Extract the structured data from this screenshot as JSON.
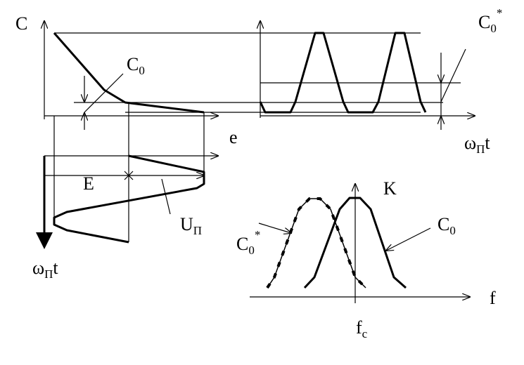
{
  "labels": {
    "c_axis": "C",
    "c0_top": "C",
    "c0_top_sub": "0",
    "e_axis": "e",
    "wt_right": "ω",
    "wt_right_sub": "П",
    "wt_right_t": "t",
    "c0star_top": "C",
    "c0star_top_sub": "0",
    "c0star_top_sup": "*",
    "E": "E",
    "u_pi": "U",
    "u_pi_sub": "П",
    "wt_left": "ω",
    "wt_left_sub": "П",
    "wt_left_t": "t",
    "K": "K",
    "c0_bottom": "C",
    "c0_bottom_sub": "0",
    "c0star_bottom": "C",
    "c0star_bottom_sub": "0",
    "c0star_bottom_sup": "*",
    "f": "f",
    "fc": "f",
    "fc_sub": "c"
  }
}
